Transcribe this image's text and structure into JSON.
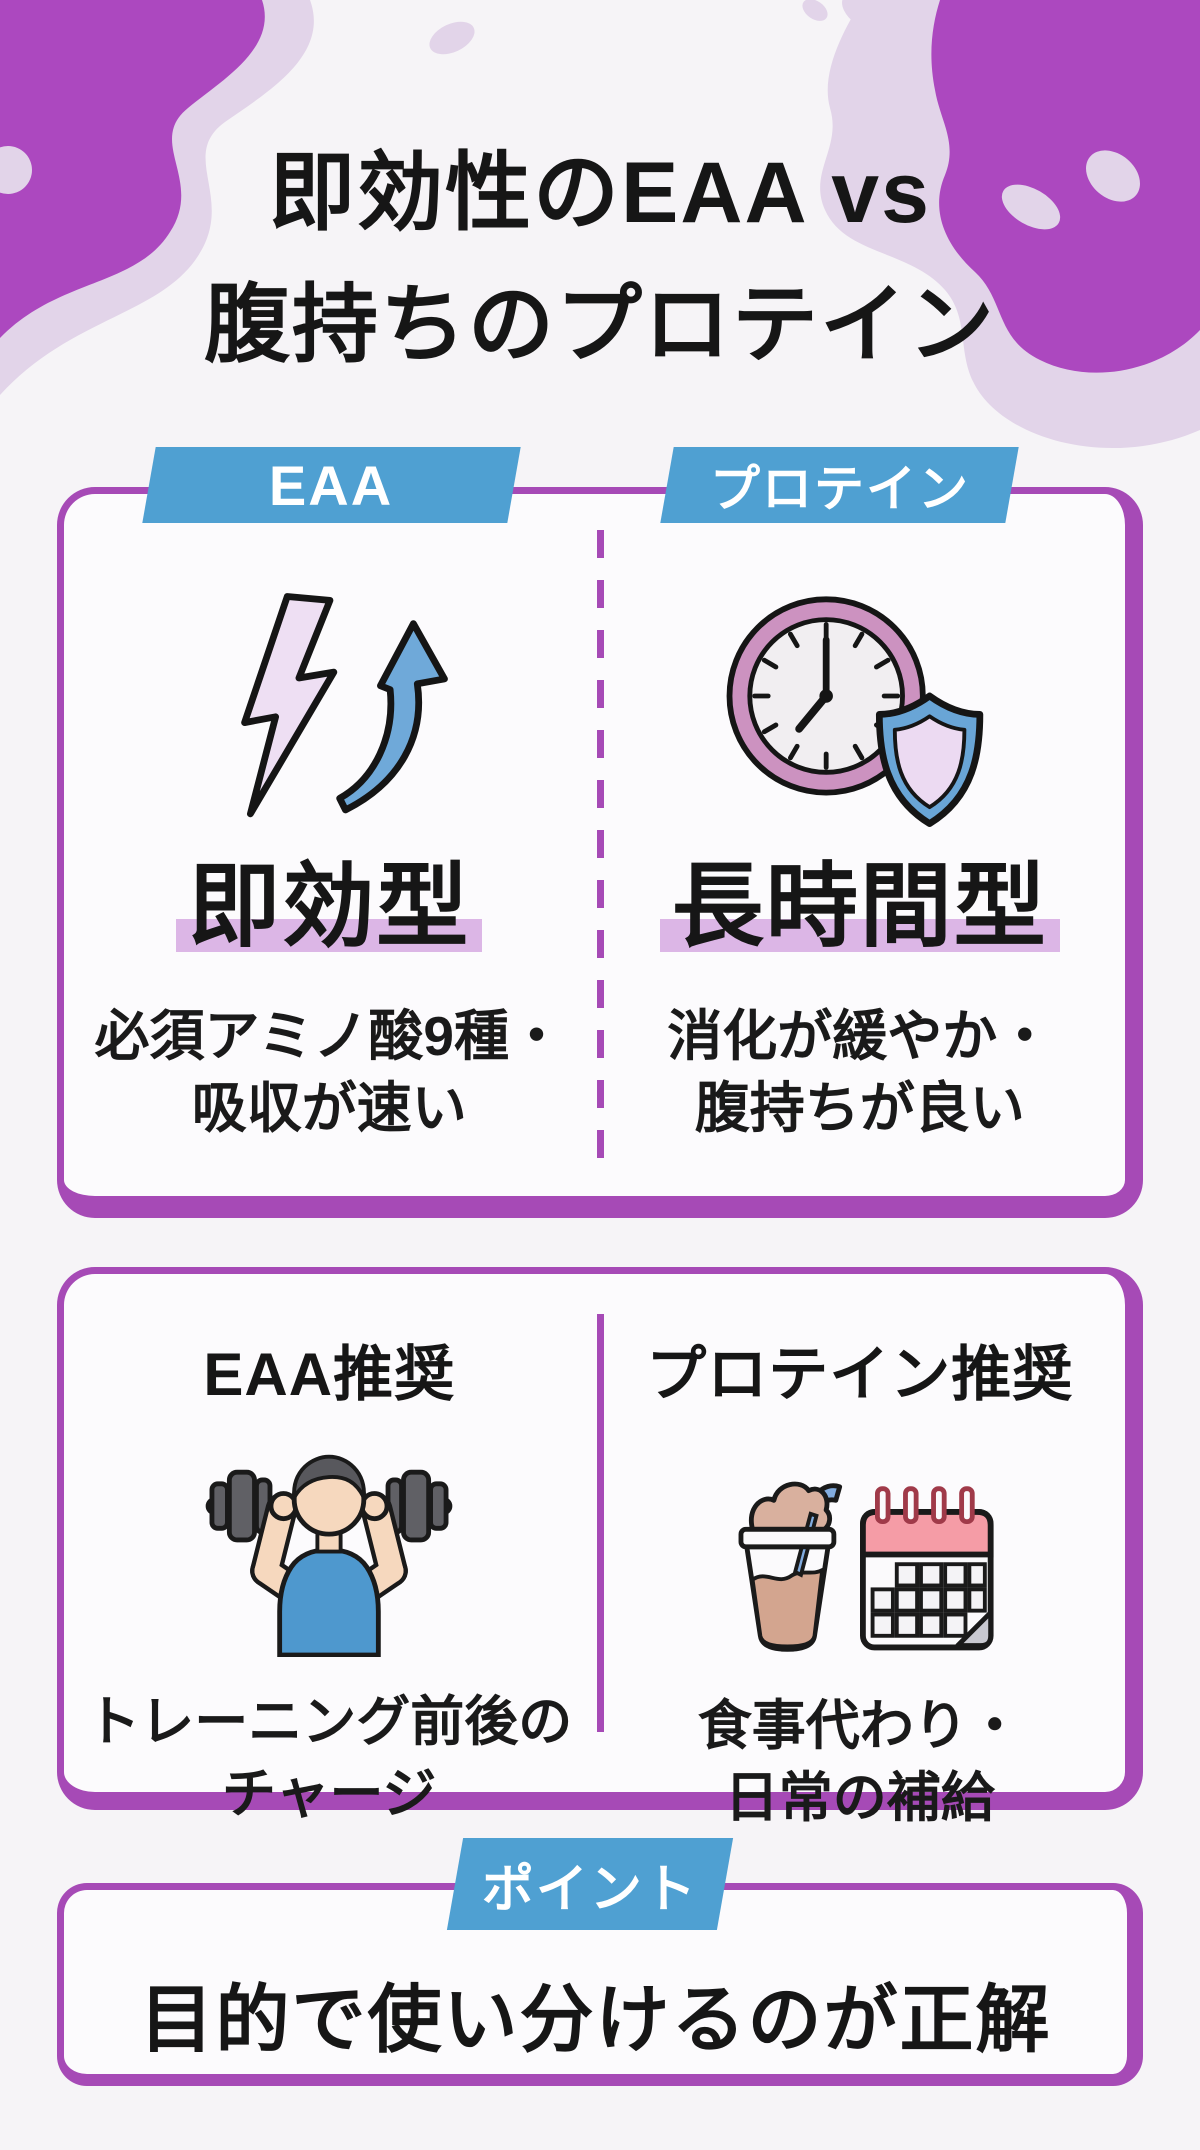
{
  "page": {
    "title_line1": "即効性のEAA vs",
    "title_line2": "腹持ちのプロテイン"
  },
  "comparison_card": {
    "left": {
      "tab_label": "EAA",
      "icon": "lightning-bolt-up-arrow-icon",
      "type_heading": "即効型",
      "desc_line1": "必須アミノ酸9種・",
      "desc_line2": "吸収が速い"
    },
    "right": {
      "tab_label": "プロテイン",
      "icon": "clock-shield-icon",
      "type_heading": "長時間型",
      "desc_line1": "消化が緩やか・",
      "desc_line2": "腹持ちが良い"
    }
  },
  "recommendation_card": {
    "left": {
      "heading": "EAA推奨",
      "icon": "weightlifter-barbell-icon",
      "desc_line1": "トレーニング前後の",
      "desc_line2": "チャージ"
    },
    "right": {
      "heading": "プロテイン推奨",
      "icon": "protein-shake-calendar-icon",
      "desc_line1": "食事代わり・",
      "desc_line2": "日常の補給"
    }
  },
  "point_card": {
    "badge_label": "ポイント",
    "text": "目的で使い分けるのが正解"
  },
  "colors": {
    "background": "#F6F4F7",
    "card_border_purple": "#A64AB6",
    "blob_dark_purple": "#AC48BF",
    "blob_light_lavender": "#E2D4E9",
    "tab_blue": "#4FA0D2",
    "heading_highlight": "#DCB6E6",
    "text_ink": "#161616"
  }
}
